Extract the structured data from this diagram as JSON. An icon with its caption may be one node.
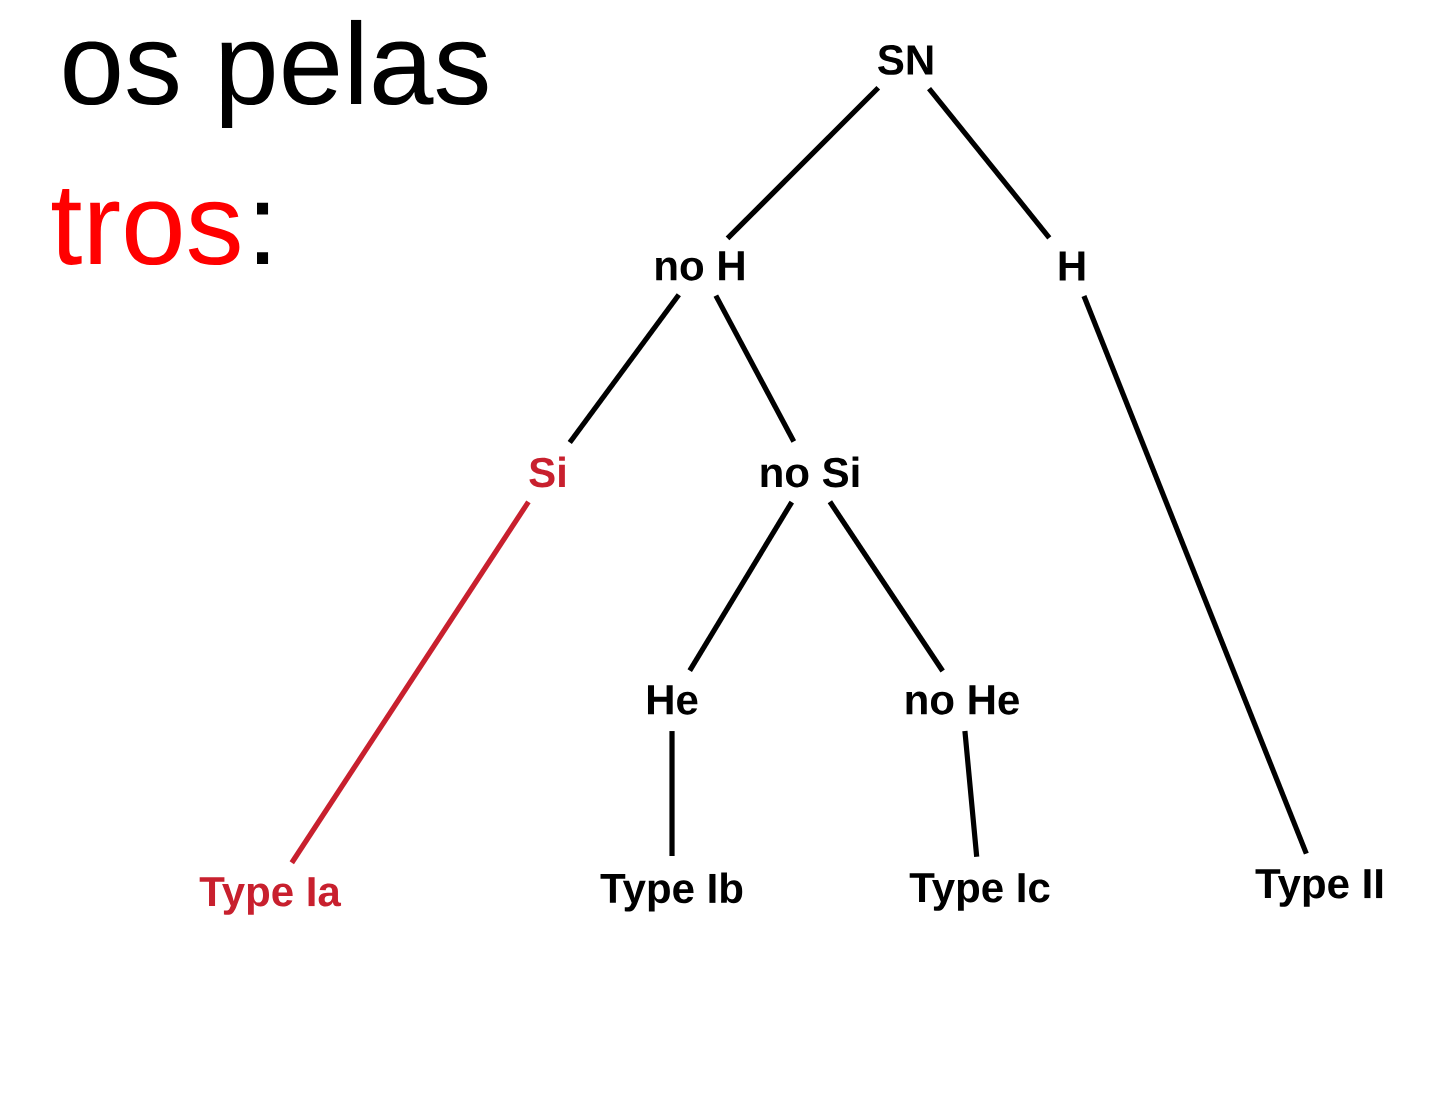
{
  "diagram": {
    "nodes": [
      {
        "text": [
          "SN"
        ]
      },
      {
        "text": [
          "no H"
        ]
      },
      {
        "text": [
          "H"
        ]
      },
      {
        "text": [
          "Si"
        ]
      },
      {
        "text": [
          "no Si"
        ]
      },
      {
        "text": [
          "He"
        ]
      },
      {
        "text": [
          "no He"
        ]
      },
      {
        "text": [
          "Type Ia"
        ]
      },
      {
        "text": [
          "Type Ib"
        ]
      },
      {
        "text": [
          "Type Ic"
        ]
      },
      {
        "text": [
          "Type II"
        ]
      }
    ],
    "edges": [
      {
        "from": 0,
        "to": 1,
        "arrow": "none"
      },
      {
        "from": 0,
        "to": 2,
        "arrow": "none"
      },
      {
        "from": 1,
        "to": 3,
        "arrow": "none"
      },
      {
        "from": 1,
        "to": 4,
        "arrow": "none"
      },
      {
        "from": 4,
        "to": 5,
        "arrow": "none"
      },
      {
        "from": 4,
        "to": 6,
        "arrow": "none"
      },
      {
        "from": 3,
        "to": 7,
        "arrow": "none",
        "color": "#c8202e"
      },
      {
        "from": 5,
        "to": 8,
        "arrow": "none"
      },
      {
        "from": 6,
        "to": 9,
        "arrow": "none"
      },
      {
        "from": 2,
        "to": 10,
        "arrow": "none"
      }
    ],
    "labels": [
      "os pelas",
      "tros",
      ":"
    ]
  }
}
